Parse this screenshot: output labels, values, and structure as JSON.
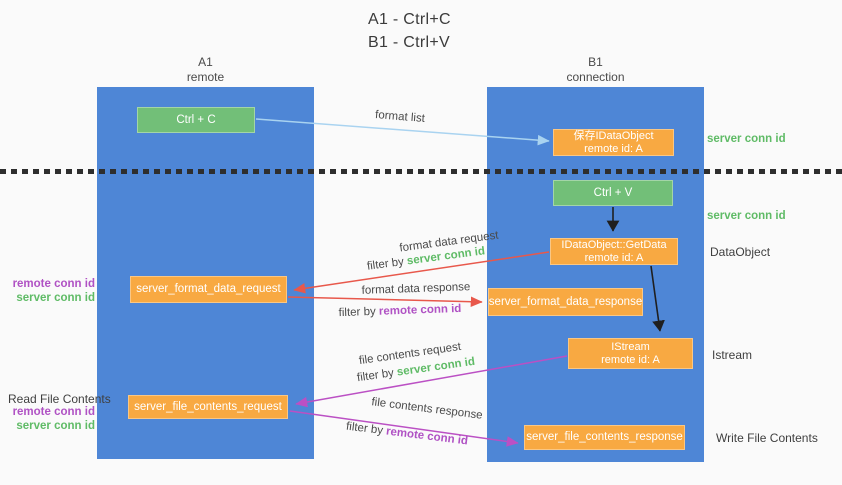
{
  "title": {
    "line1": "A1 - Ctrl+C",
    "line2": "B1 - Ctrl+V"
  },
  "lifelines": {
    "left": {
      "name": "A1",
      "role": "remote"
    },
    "right": {
      "name": "B1",
      "role": "connection"
    }
  },
  "boxes": {
    "ctrl_c": "Ctrl + C",
    "ctrl_v": "Ctrl + V",
    "save_dataobject": {
      "line1": "保存IDataObject",
      "line2": "remote id: A"
    },
    "getdata": {
      "line1": "IDataObject::GetData",
      "line2": "remote id: A"
    },
    "istream": {
      "line1": "IStream",
      "line2": "remote id: A"
    },
    "server_format_data_request": "server_format_data_request",
    "server_format_data_response": "server_format_data_response",
    "server_file_contents_request": "server_file_contents_request",
    "server_file_contents_response": "server_file_contents_response"
  },
  "arrow_labels": {
    "format_list": "format list",
    "format_data_request": "format data request",
    "format_data_response": "format data response",
    "file_contents_request": "file contents request",
    "file_contents_response": "file contents response",
    "filter_by": "filter by ",
    "server_conn_id": "server conn id",
    "remote_conn_id": "remote conn id"
  },
  "side_labels": {
    "server_conn_id_top": "server conn id",
    "server_conn_id_mid": "server conn id",
    "dataobject": "DataObject",
    "istream": "Istream",
    "write_file_contents": "Write File Contents",
    "read_file_contents": "Read File Contents",
    "left_remote_conn_id": "remote conn id",
    "left_server_conn_id": "server conn id"
  },
  "colors": {
    "background": "#fafafa",
    "lifeline_blue": "#4e86d6",
    "box_green": "#72bf78",
    "box_orange": "#f8a942",
    "arrow_red": "#e8584b",
    "arrow_purple": "#bb50c4",
    "arrow_light_blue": "#a9d3f0",
    "arrow_black": "#1f1f1f",
    "text_green": "#5fbb66",
    "text_purple": "#b052c4",
    "text_dark": "#3f3f3f"
  }
}
